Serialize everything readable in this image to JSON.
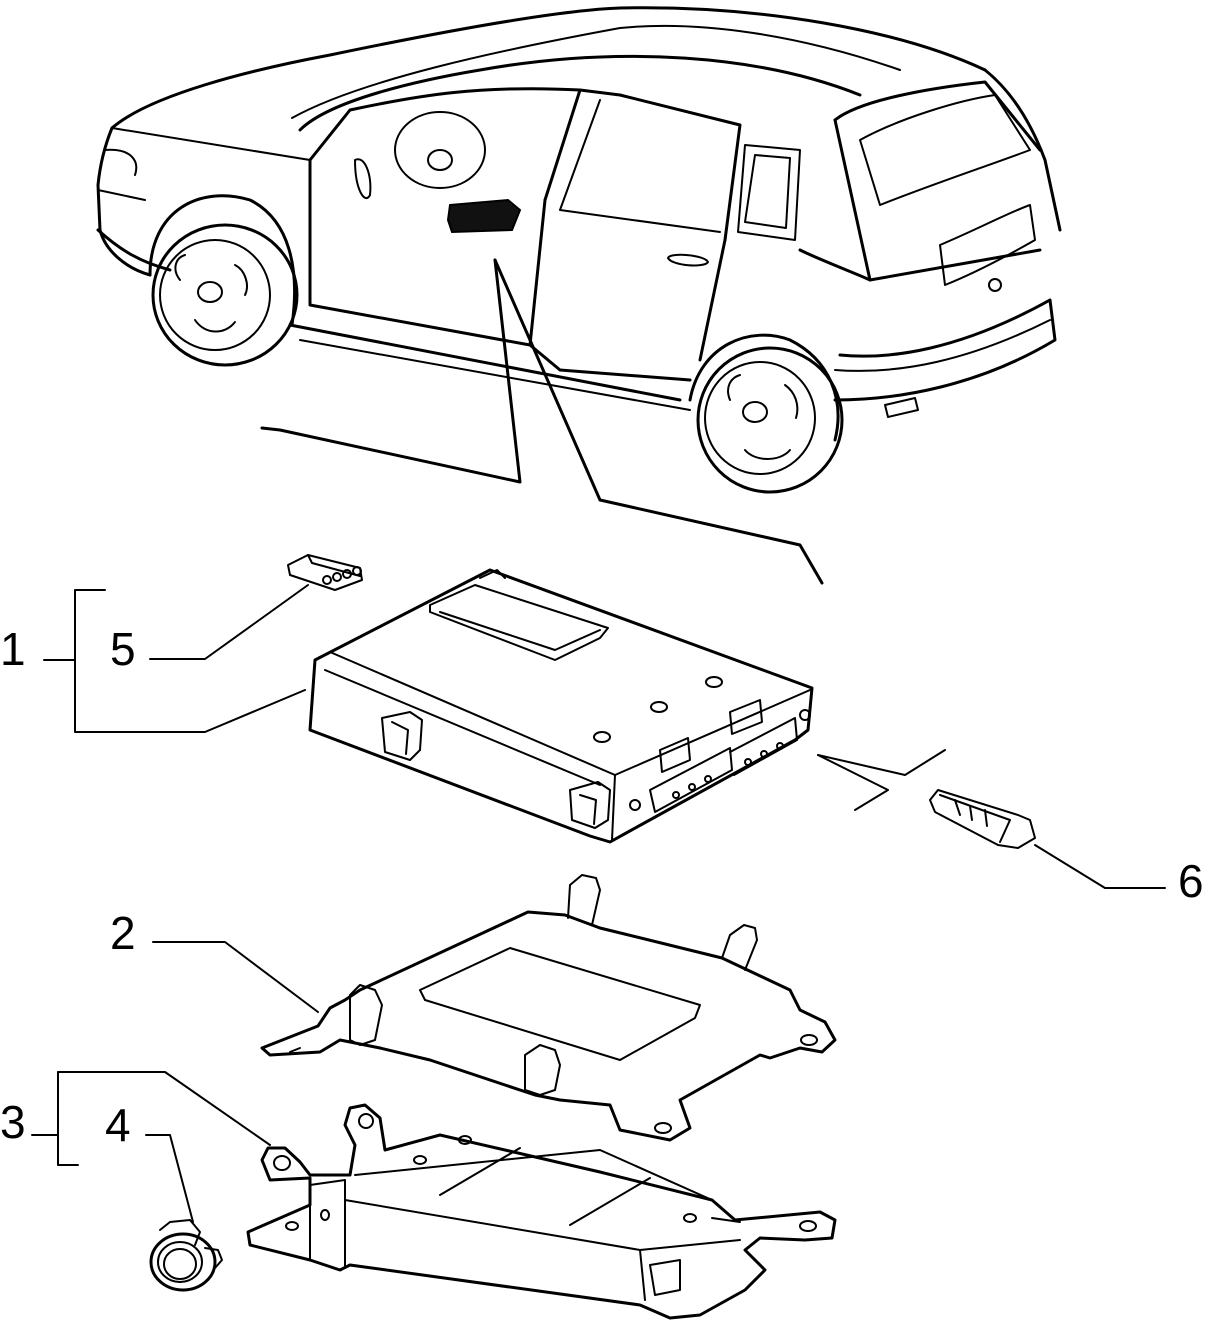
{
  "callouts": {
    "c1": "1",
    "c2": "2",
    "c3": "3",
    "c4": "4",
    "c5": "5",
    "c6": "6"
  },
  "colors": {
    "line": "#000000",
    "background": "#ffffff",
    "module_fill": "#111111"
  }
}
